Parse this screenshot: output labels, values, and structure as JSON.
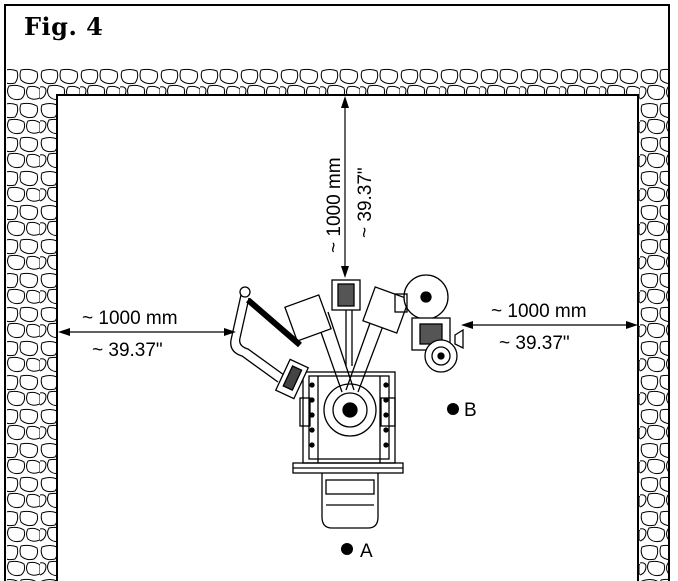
{
  "figure": {
    "title": "Fig.  4"
  },
  "clearances": {
    "top": {
      "metric": "~ 1000 mm",
      "imperial": "~ 39.37\""
    },
    "left": {
      "metric": "~ 1000 mm",
      "imperial": "~ 39.37\""
    },
    "right": {
      "metric": "~ 1000 mm",
      "imperial": "~ 39.37\""
    }
  },
  "points": {
    "a": "A",
    "b": "B"
  }
}
